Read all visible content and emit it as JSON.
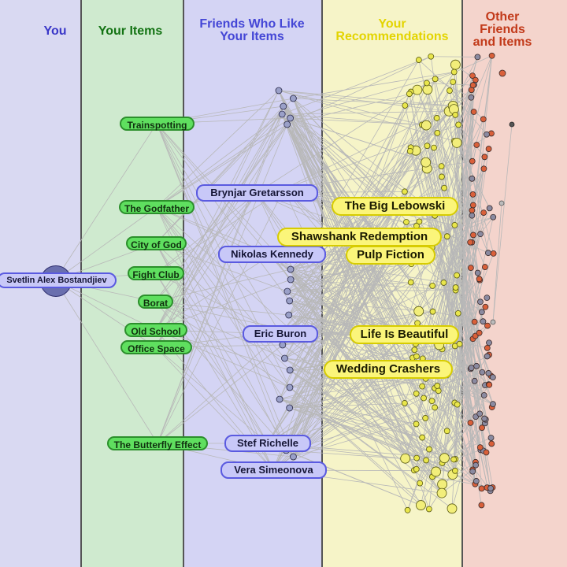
{
  "columns": {
    "you": "You",
    "your_items": "Your Items",
    "friends": [
      "Friends Who Like",
      "Your Items"
    ],
    "recommendations": [
      "Your",
      "Recommendations"
    ],
    "other": [
      "Other",
      "Friends",
      "and Items"
    ]
  },
  "user": {
    "name": "Svetlin Alex Bostandjiev"
  },
  "items": [
    "Trainspotting",
    "The Godfather",
    "City of God",
    "Fight Club",
    "Borat",
    "Old School",
    "Office Space",
    "The Butterfly Effect"
  ],
  "friends": [
    "Brynjar Gretarsson",
    "Nikolas Kennedy",
    "Eric Buron",
    "Stef Richelle",
    "Vera Simeonova"
  ],
  "recommendations": [
    "The Big Lebowski",
    "Shawshank Redemption",
    "Pulp Fiction",
    "Life Is Beautiful",
    "Wedding Crashers"
  ],
  "colors": {
    "you_bg": "#d9d9f2",
    "items_bg": "#cfeacf",
    "friends_bg": "#d4d4f4",
    "recs_bg": "#f6f4c8",
    "other_bg": "#f4d4cc",
    "item_pill": "#5fdf5f",
    "friend_pill": "#c8c8f8",
    "rec_pill": "#fbf57a",
    "other_node": "#d9603a",
    "edge": "#b8b8b8"
  }
}
